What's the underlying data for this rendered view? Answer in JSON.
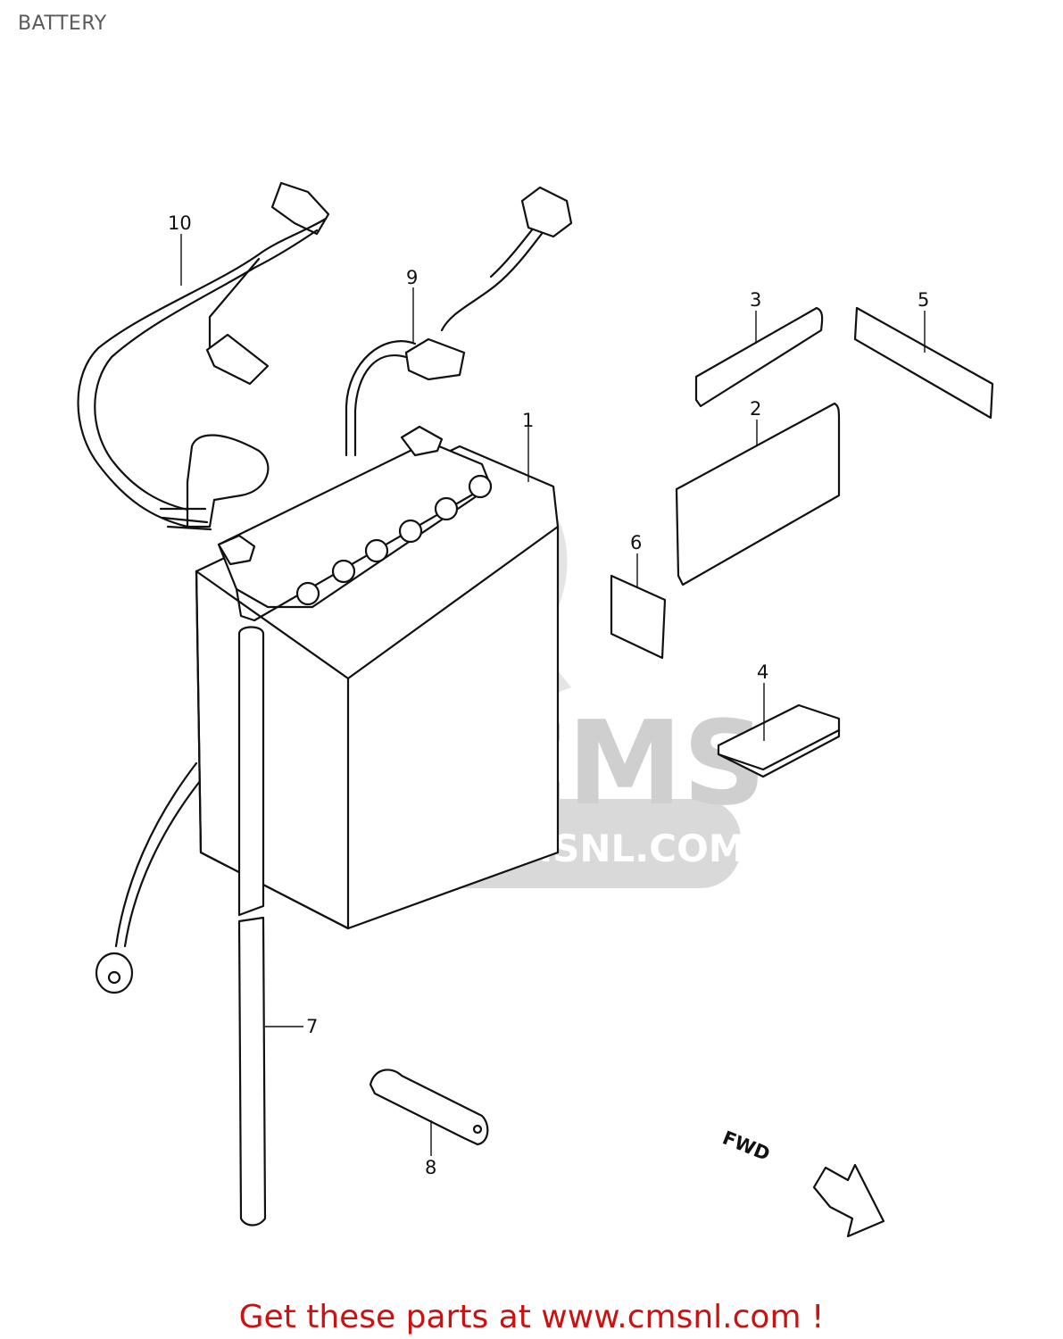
{
  "title": "BATTERY",
  "parts": {
    "p1": "1",
    "p2": "2",
    "p3": "3",
    "p4": "4",
    "p5": "5",
    "p6": "6",
    "p7": "7",
    "p8": "8",
    "p9": "9",
    "p10": "10"
  },
  "direction_label": "FWD",
  "watermark": {
    "logo": "CMS",
    "url": "WWW.CMSNL.COM"
  },
  "footer": "Get these parts at www.cmsnl.com !",
  "colors": {
    "footer": "#cc1111",
    "watermark": "#cfcfcf"
  }
}
